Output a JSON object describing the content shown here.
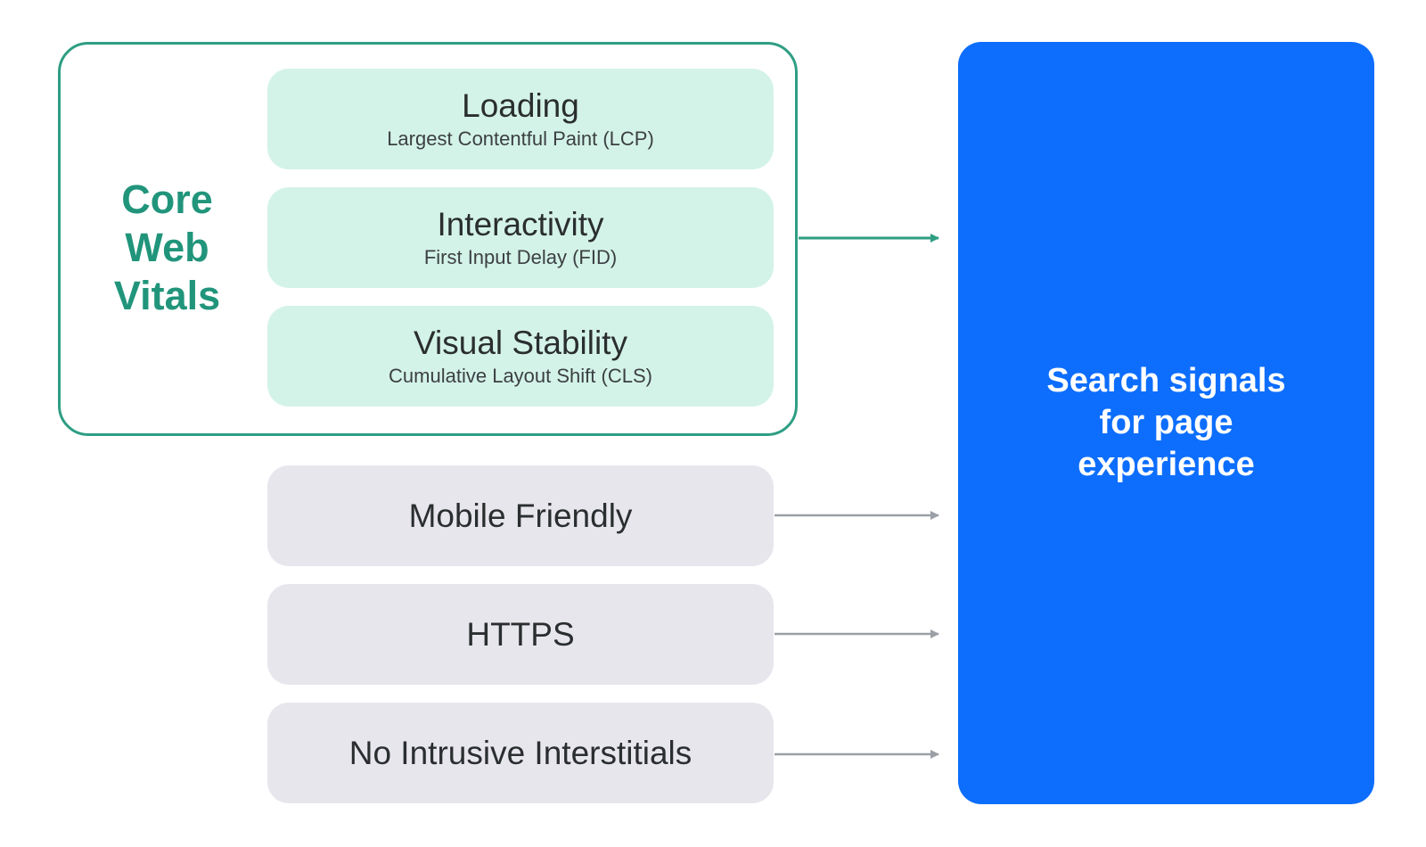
{
  "core_web_vitals": {
    "title_lines": [
      "Core",
      "Web",
      "Vitals"
    ],
    "metrics": [
      {
        "title": "Loading",
        "subtitle": "Largest Contentful Paint (LCP)"
      },
      {
        "title": "Interactivity",
        "subtitle": "First Input Delay (FID)"
      },
      {
        "title": "Visual Stability",
        "subtitle": "Cumulative Layout Shift (CLS)"
      }
    ]
  },
  "other_signals": [
    {
      "label": "Mobile Friendly"
    },
    {
      "label": "HTTPS"
    },
    {
      "label": "No Intrusive Interstitials"
    }
  ],
  "result": {
    "label": "Search signals for page experience"
  },
  "colors": {
    "accent_green": "#21957b",
    "metric_fill": "#d4f3e8",
    "signal_fill": "#e8e6ed",
    "result_blue": "#0d6efd",
    "gray_arrow": "#9aa0a6"
  }
}
